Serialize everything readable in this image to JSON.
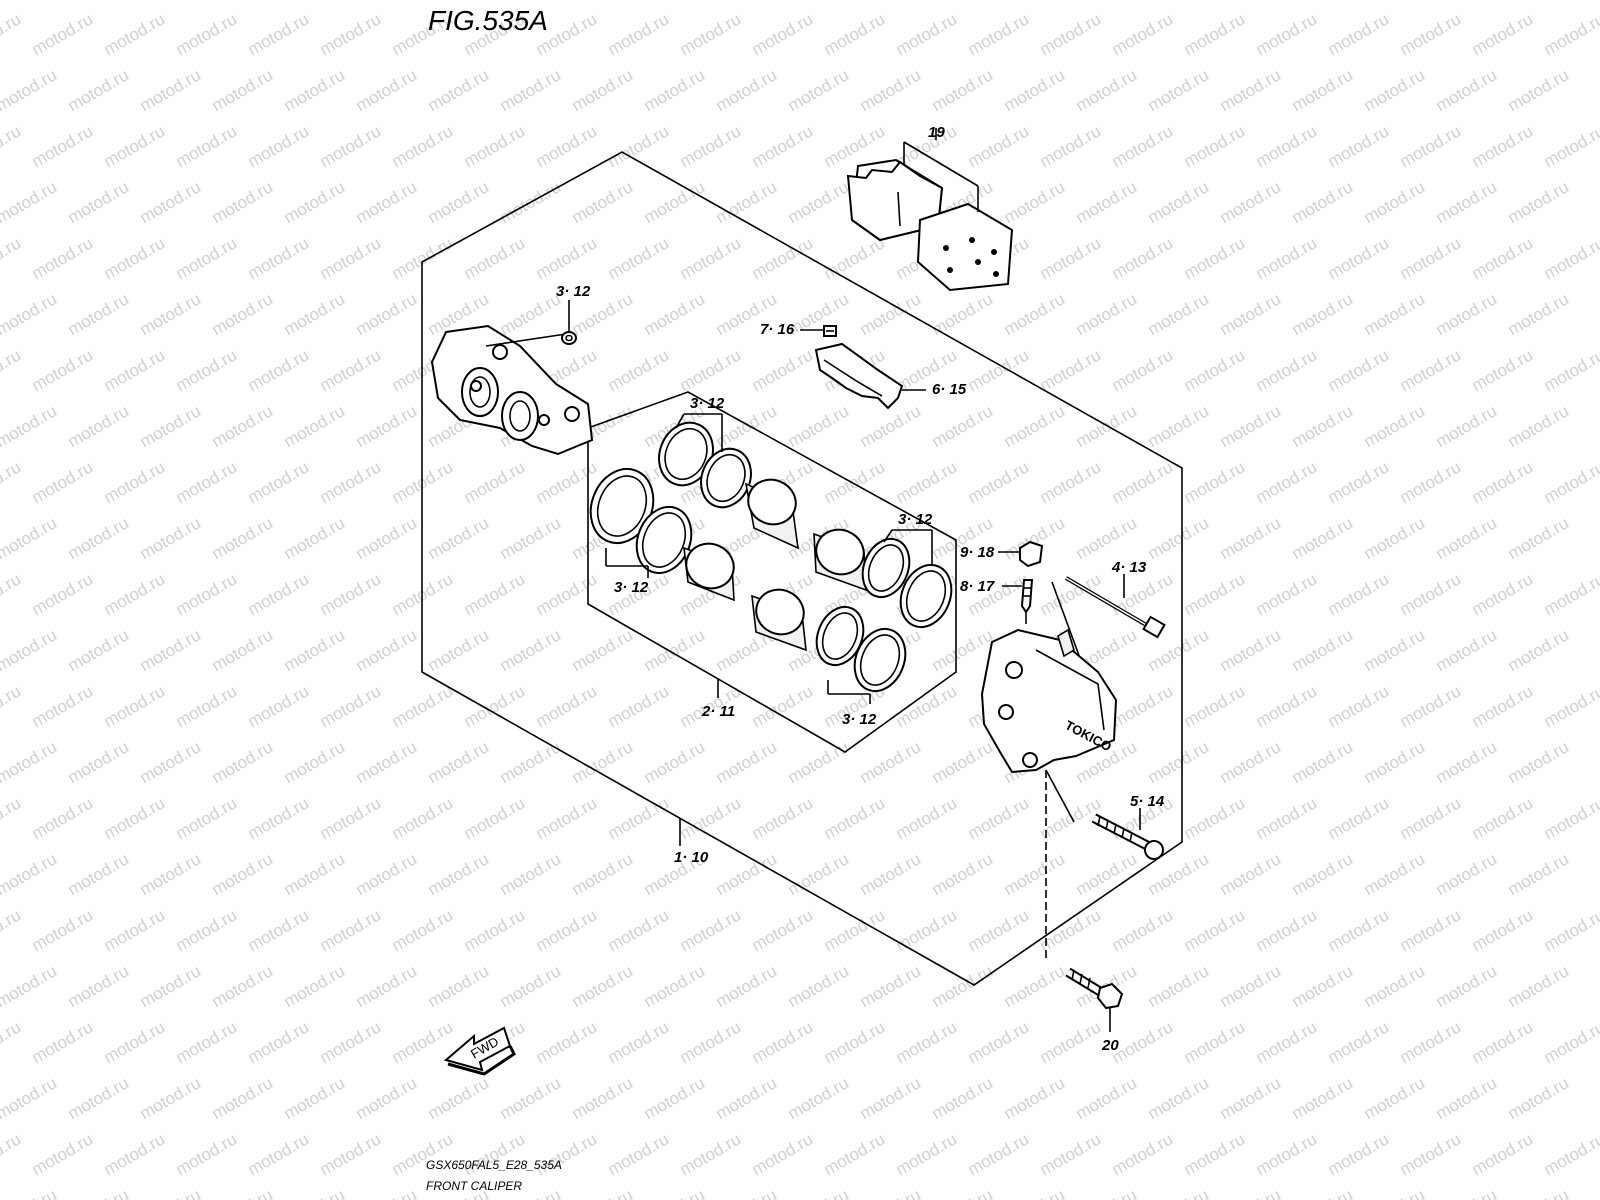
{
  "figure": {
    "title": "FIG.535A",
    "code": "GSX650FAL5_E28_535A",
    "name": "FRONT CALIPER"
  },
  "watermark": "motod.ru",
  "fwd_label": "FWD",
  "callouts": {
    "c19": "19",
    "c312_top_left": "3· 12",
    "c716": "7· 16",
    "c615": "6· 15",
    "c312_ring_top": "3· 12",
    "c312_ring_left": "3· 12",
    "c312_ring_right": "3· 12",
    "c312_ring_bottom": "3· 12",
    "c918": "9· 18",
    "c817": "8· 17",
    "c413": "4· 13",
    "c211": "2· 11",
    "c110": "1· 10",
    "c514": "5· 14",
    "c20": "20"
  }
}
